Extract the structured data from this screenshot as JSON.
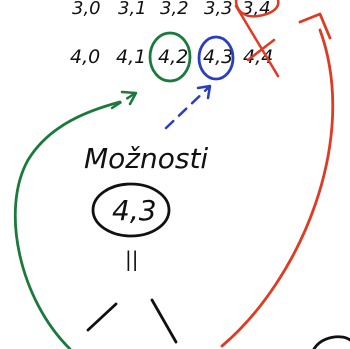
{
  "row_top": [
    "3,0",
    "3,1",
    "3,2",
    "3,3",
    "3,4"
  ],
  "row_bottom": [
    "4,0",
    "4,1",
    "4,2",
    "4,3",
    "4,4"
  ],
  "word": "Možnosti",
  "center_value": "4,3",
  "equals_mark": "||",
  "colors": {
    "ink": "#111111",
    "green": "#1a7a3c",
    "blue": "#2a3fc0",
    "red": "#e03a22"
  }
}
